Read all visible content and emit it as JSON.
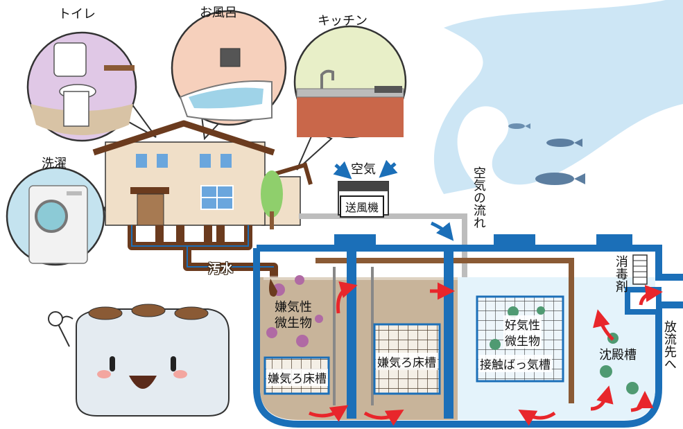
{
  "labels": {
    "toilet": "トイレ",
    "bath": "お風呂",
    "kitchen": "キッチン",
    "laundry": "洗濯",
    "air": "空気",
    "blower": "送風機",
    "air_flow": "空気の流れ",
    "wastewater": "汚水",
    "anaerobic_microbes_1": "嫌気性",
    "anaerobic_microbes_2": "微生物",
    "anaerobic_filter_1": "嫌気ろ床槽",
    "anaerobic_filter_2": "嫌気ろ床槽",
    "aerobic_microbes_1": "好気性",
    "aerobic_microbes_2": "微生物",
    "contact_aeration": "接触ばっ気槽",
    "disinfectant": "消毒剤",
    "sedimentation": "沈殿槽",
    "discharge": "放流先へ"
  },
  "colors": {
    "tank_blue": "#1b6fb8",
    "sludge_brown": "#c8b49a",
    "pipe_brown": "#6b3b1e",
    "clean_water": "#e4f3fb",
    "arrow_red": "#e8262b",
    "river": "#cde6f5"
  }
}
